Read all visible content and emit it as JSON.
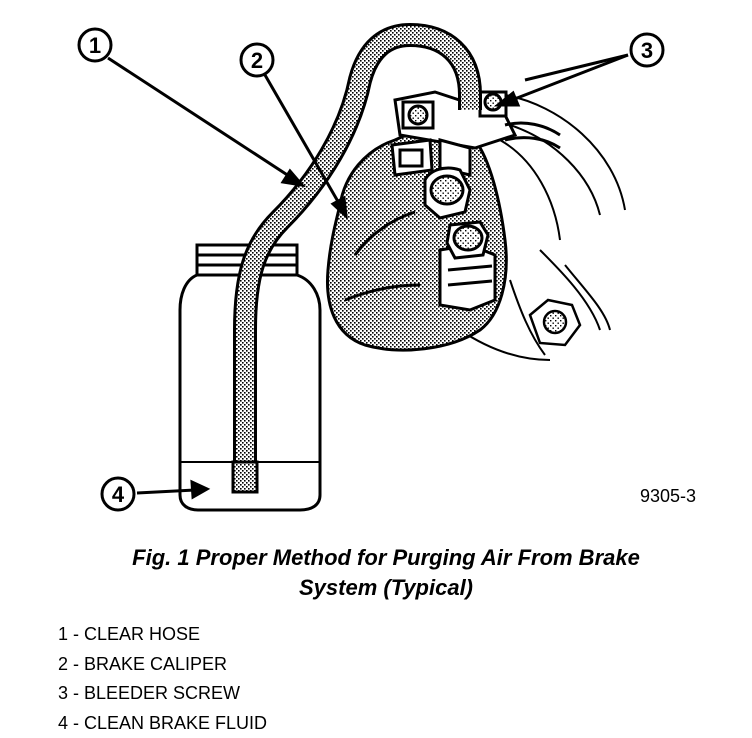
{
  "callouts": [
    "1",
    "2",
    "3",
    "4"
  ],
  "figure_id": "9305-3",
  "caption": {
    "line1": "Fig. 1 Proper Method for Purging Air From Brake",
    "line2": "System (Typical)"
  },
  "legend": [
    "1 - CLEAR HOSE",
    "2 - BRAKE CALIPER",
    "3 - BLEEDER SCREW",
    "4 - CLEAN BRAKE FLUID"
  ]
}
